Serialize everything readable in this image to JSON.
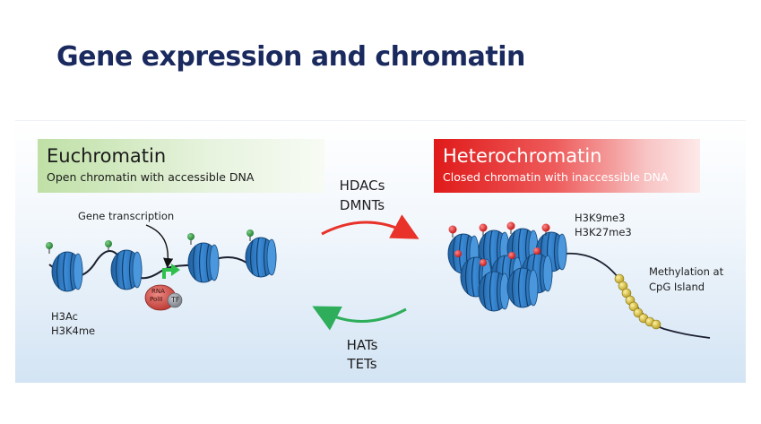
{
  "slide": {
    "title": "Gene expression and chromatin"
  },
  "euchromatin": {
    "title": "Euchromatin",
    "subtitle": "Open chromatin with accessible DNA",
    "gene_transcription_label": "Gene transcription",
    "marks_line1": "H3Ac",
    "marks_line2": "H3K4me",
    "rna_pol_line1": "RNA",
    "rna_pol_line2": "PolII",
    "tf_label": "TF"
  },
  "heterochromatin": {
    "title": "Heterochromatin",
    "subtitle": "Closed chromatin with inaccessible DNA",
    "marks_line1": "H3K9me3",
    "marks_line2": "H3K27me3",
    "methylation_line1": "Methylation at",
    "methylation_line2": "CpG Island"
  },
  "transitions": {
    "to_hetero_line1": "HDACs",
    "to_hetero_line2": "DMNTs",
    "to_eu_line1": "HATs",
    "to_eu_line2": "TETs"
  },
  "colors": {
    "title": "#1a2a5e",
    "nucleosome": "#2f7fc8",
    "acetyl_mark": "#2e8b3a",
    "methyl_mark": "#d81e1e",
    "arrow_red": "#e8322a",
    "arrow_green": "#2eae5a",
    "cpg_bead": "#d8c23a",
    "rna_pol": "#d2504a"
  }
}
